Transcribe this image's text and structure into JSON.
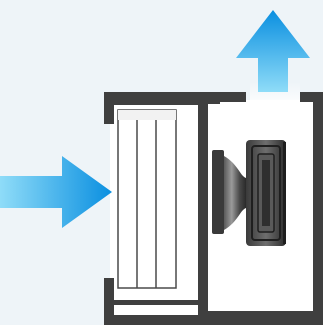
{
  "colors": {
    "background": "#eef4f8",
    "housing_wall": "#3f3f3f",
    "housing_interior": "#ffffff",
    "arrow_light": "#8fdcf8",
    "arrow_dark": "#0a8fe0",
    "filter_panel": "#ffffff",
    "filter_border": "#4a4a4a",
    "fan_dark": "#2f2f2f",
    "fan_mid": "#707070",
    "fan_light": "#9a9a9a"
  },
  "icons": {
    "inlet_arrow": "arrow-right-icon",
    "outlet_arrow": "arrow-up-icon",
    "filter": "filter-cartridge-icon",
    "fan": "centrifugal-fan-icon"
  },
  "elements": {
    "filter_panel_count": 3,
    "airflow_in_direction": "right",
    "airflow_out_direction": "up"
  }
}
